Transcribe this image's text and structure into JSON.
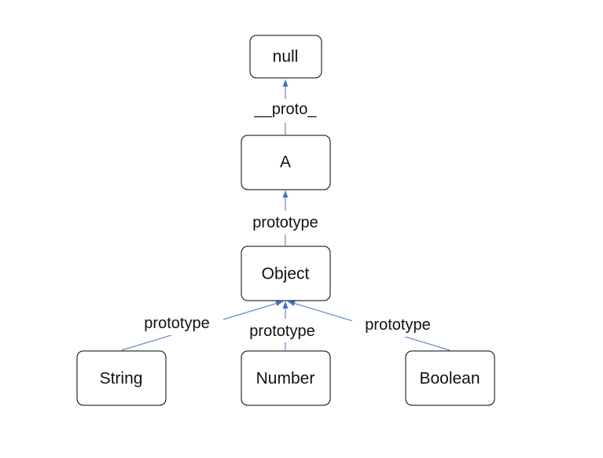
{
  "colors": {
    "edge": "#4472c4",
    "node_border": "#000000",
    "text": "#111111",
    "background": "#ffffff"
  },
  "nodes": {
    "null": "null",
    "a": "A",
    "object": "Object",
    "string": "String",
    "number": "Number",
    "boolean": "Boolean"
  },
  "edges": {
    "a_to_null": "__proto_",
    "object_to_a": "prototype",
    "string_to_object": "prototype",
    "number_to_object": "prototype",
    "boolean_to_object": "prototype"
  }
}
